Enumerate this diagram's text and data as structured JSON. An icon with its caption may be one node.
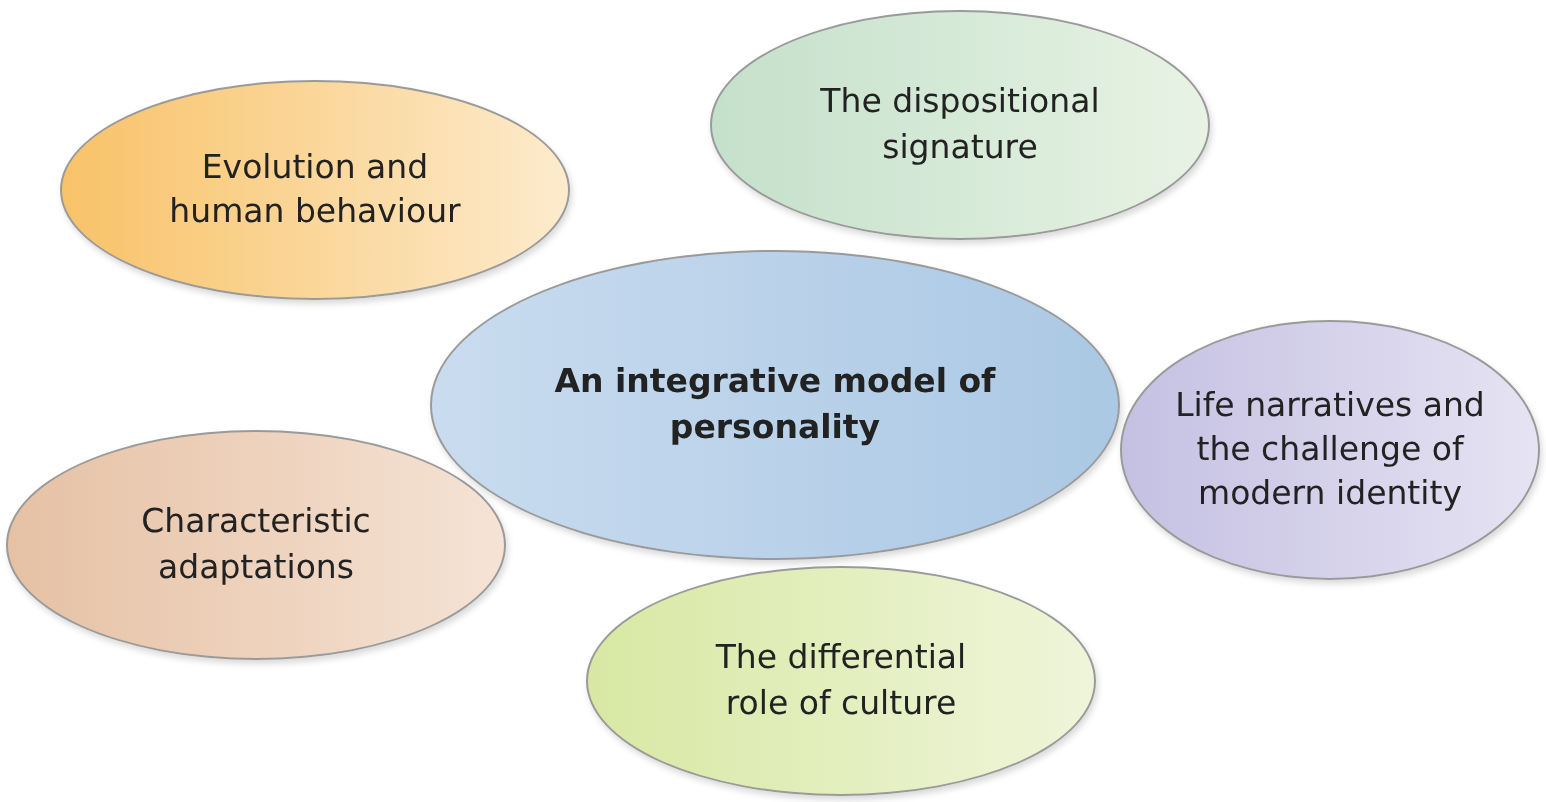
{
  "diagram": {
    "nodes": [
      {
        "text": [
          "The dispositional signature"
        ]
      },
      {
        "text": [
          "Evolution and human behaviour"
        ]
      },
      {
        "text": [
          "An integrative model of personality"
        ]
      },
      {
        "text": [
          "Life narratives and the challenge of modern identity"
        ]
      },
      {
        "text": [
          "Characteristic adaptations"
        ]
      },
      {
        "text": [
          "The differential role of culture"
        ]
      }
    ]
  }
}
